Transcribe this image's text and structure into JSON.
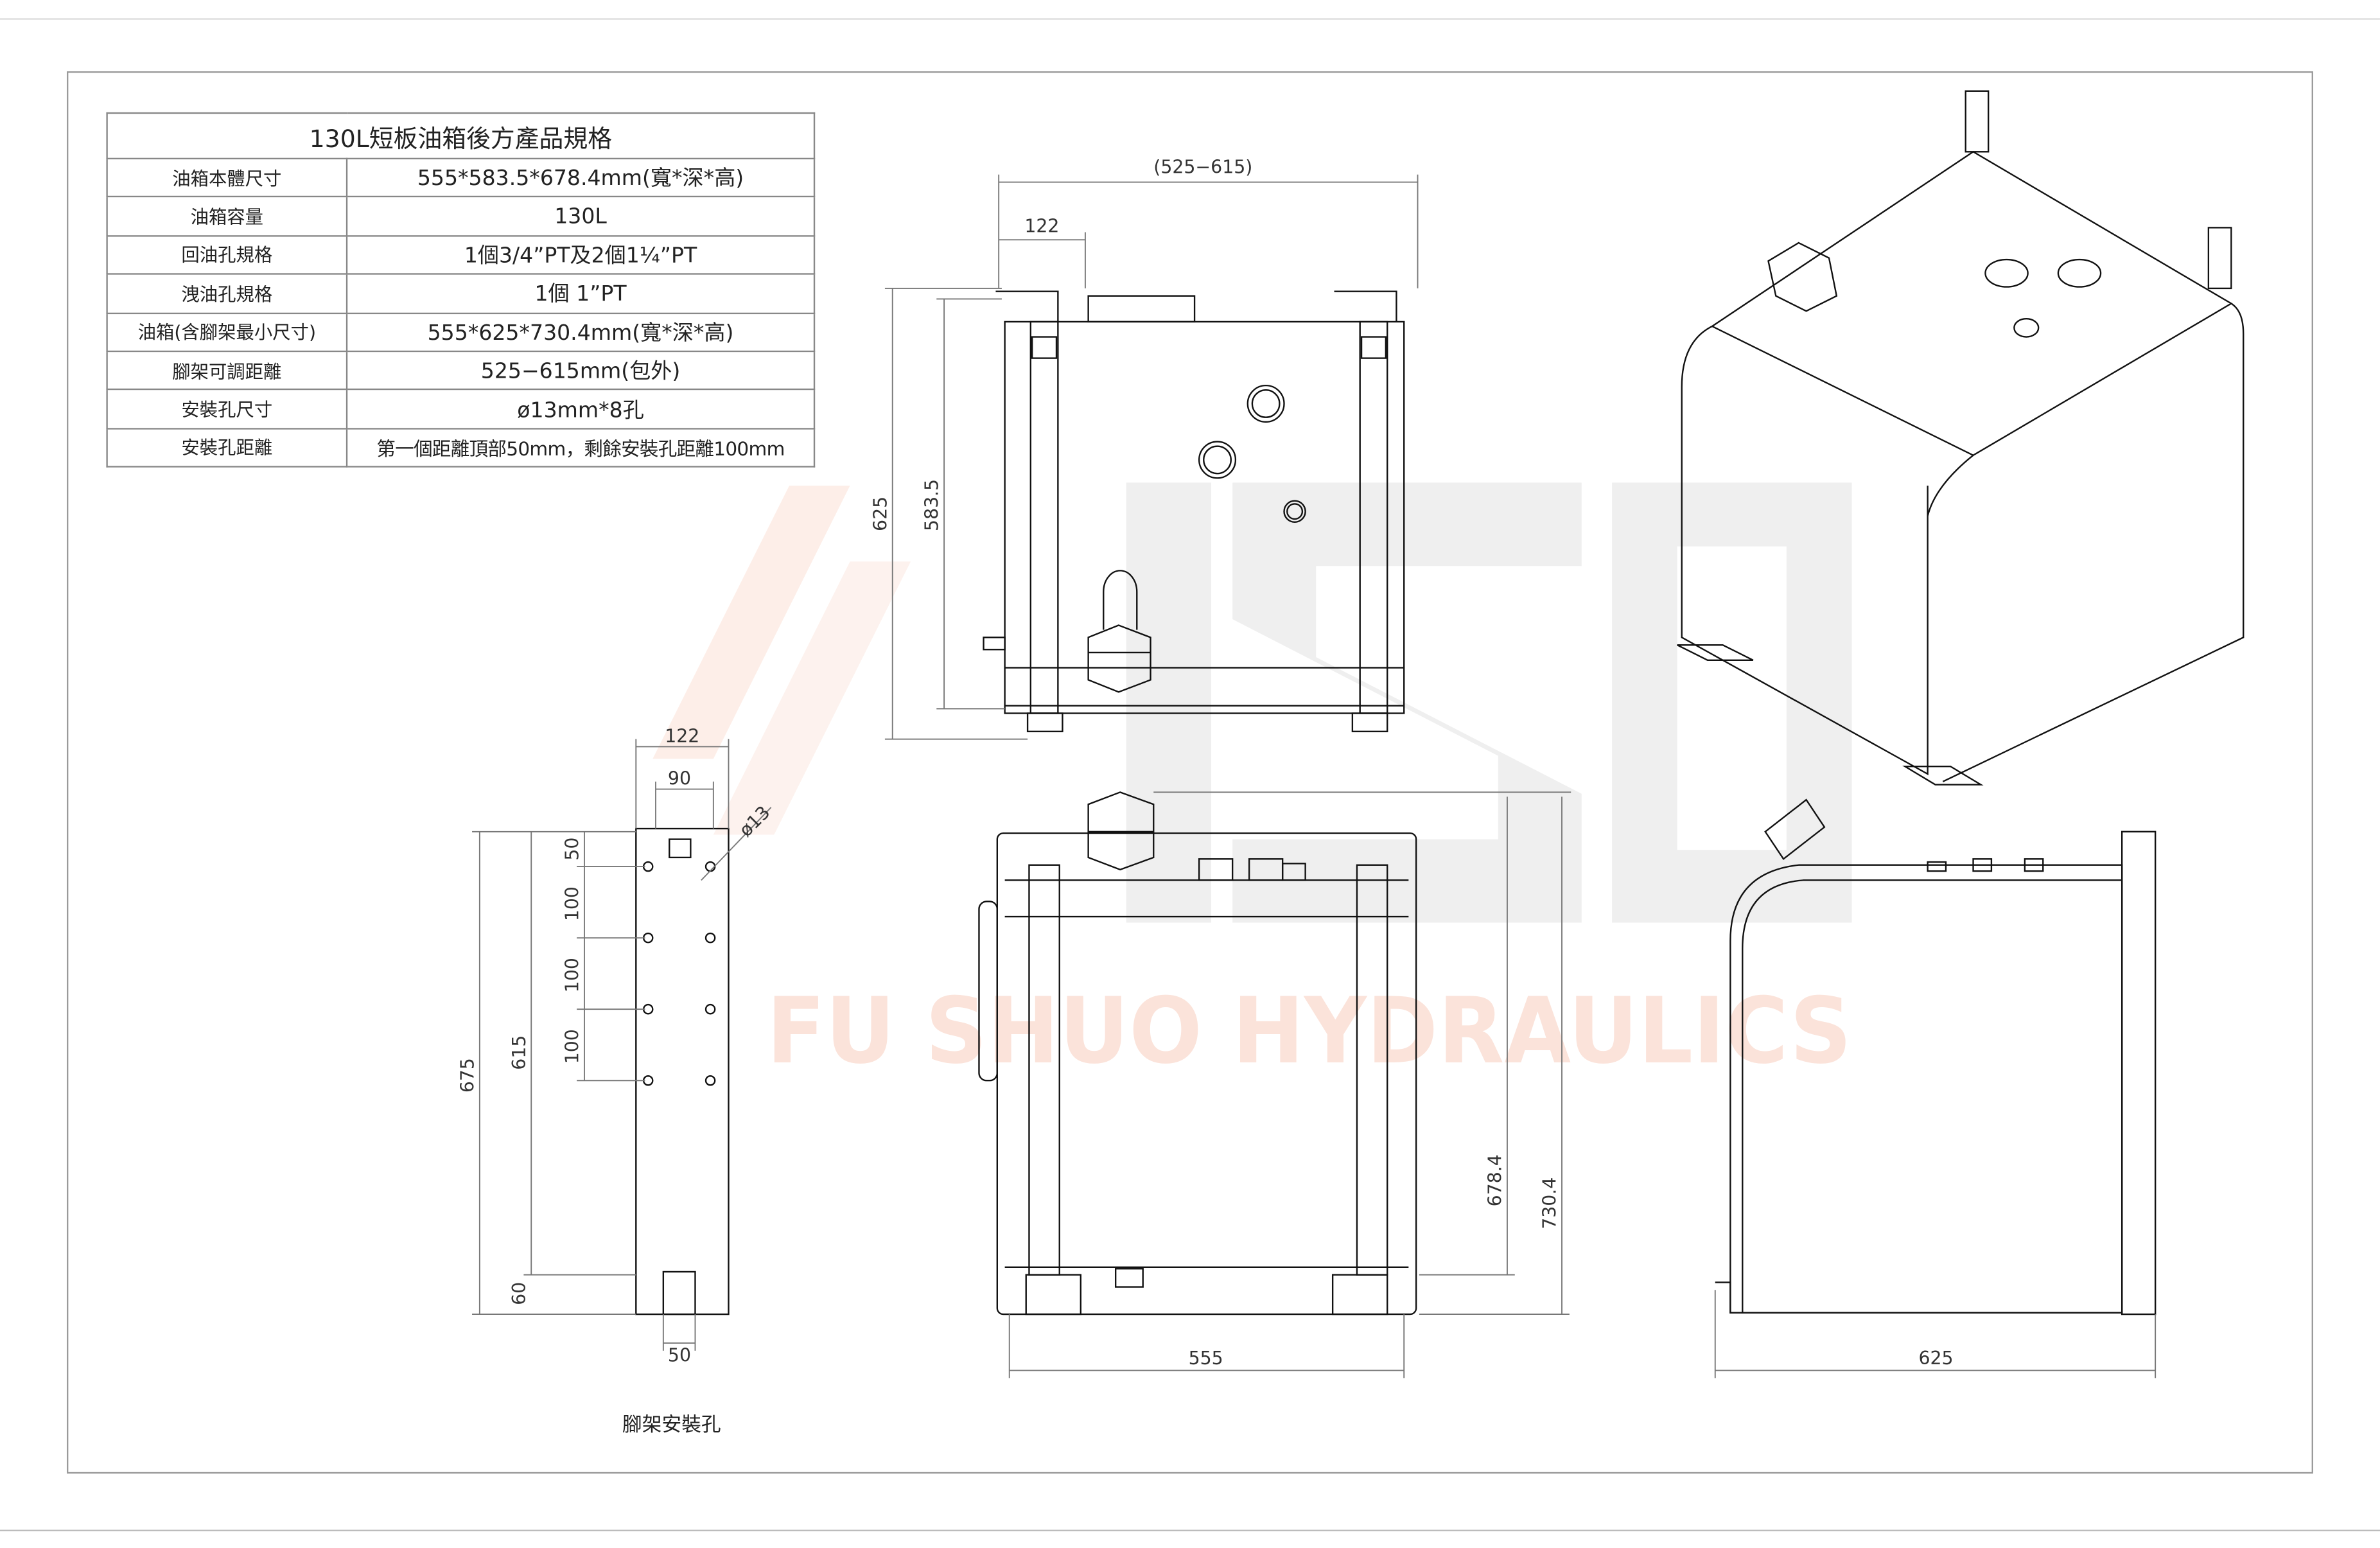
{
  "spec_table": {
    "title": "130L短板油箱後方產品規格",
    "rows": [
      {
        "label": "油箱本體尺寸",
        "value": "555*583.5*678.4mm(寬*深*高)"
      },
      {
        "label": "油箱容量",
        "value": "130L"
      },
      {
        "label": "回油孔規格",
        "value": "1個3/4”PT及2個1¼”PT"
      },
      {
        "label": "洩油孔規格",
        "value": "1個  1”PT"
      },
      {
        "label": "油箱(含腳架最小尺寸)",
        "value": "555*625*730.4mm(寬*深*高)"
      },
      {
        "label": "腳架可調距離",
        "value": "525−615mm(包外)"
      },
      {
        "label": "安裝孔尺寸",
        "value": "ø13mm*8孔"
      },
      {
        "label": "安裝孔距離",
        "value": "第一個距離頂部50mm，剩餘安裝孔距離100mm"
      }
    ]
  },
  "dimensions": {
    "top_view": {
      "width_range": "(525−615)",
      "bracket": "122",
      "depth_total": "625",
      "depth_body": "583.5"
    },
    "front_view": {
      "height_body": "678.4",
      "height_total": "730.4",
      "width": "555"
    },
    "side_view": {
      "depth": "625"
    },
    "bracket_view": {
      "width": "122",
      "hole_span": "90",
      "hole_dia": "ø13",
      "total": "675",
      "span": "615",
      "first": "50",
      "pitch1": "100",
      "pitch2": "100",
      "pitch3": "100",
      "bottom": "60",
      "foot": "50",
      "caption": "腳架安裝孔"
    }
  },
  "watermark": {
    "text": "FU SHUO HYDRAULICS",
    "color": "#fbe3da",
    "logo_color": "#efefef"
  }
}
